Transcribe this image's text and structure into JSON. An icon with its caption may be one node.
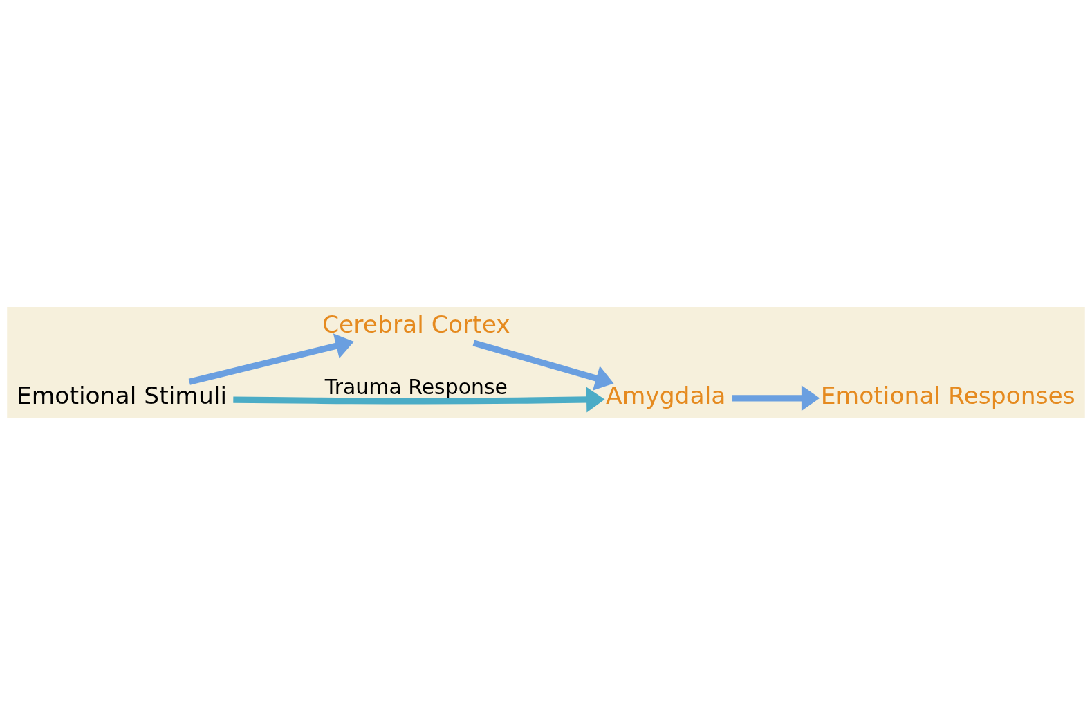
{
  "diagram": {
    "nodes": [
      {
        "text": [
          "Emotional Stimuli"
        ]
      },
      {
        "text": [
          "Cerebral Cortex"
        ]
      },
      {
        "text": [
          "Amygdala"
        ]
      },
      {
        "text": [
          "Emotional Responses"
        ]
      }
    ],
    "edges": [
      {
        "from": 0,
        "to": 1,
        "arrow": "to"
      },
      {
        "from": 1,
        "to": 2,
        "arrow": "to"
      },
      {
        "from": 0,
        "to": 2,
        "arrow": "to",
        "label": "Trauma Response",
        "color": "#4bacc6"
      },
      {
        "from": 2,
        "to": 3,
        "arrow": "to"
      }
    ]
  }
}
